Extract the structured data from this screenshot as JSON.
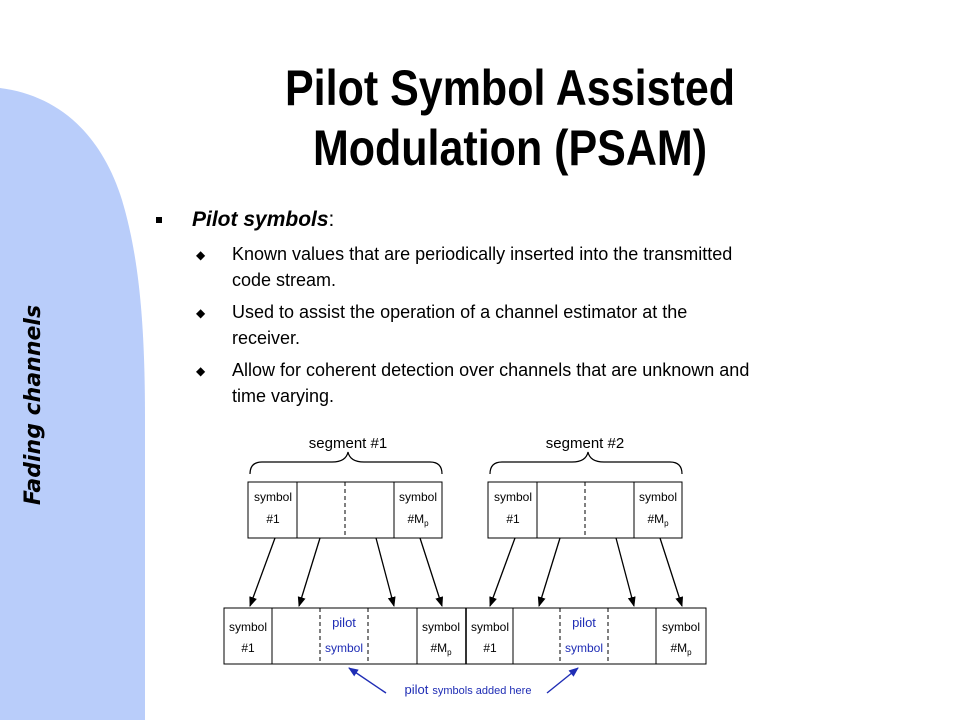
{
  "side_title": "Fading channels",
  "title": {
    "line1": "Pilot Symbol Assisted",
    "line2": "Modulation (PSAM)"
  },
  "bullets": {
    "main": "Pilot symbols",
    "main_suffix": ":",
    "items": [
      {
        "line1": "Known values that are periodically inserted into the transmitted",
        "line2": "code stream."
      },
      {
        "line1": "Used to assist the operation of a channel estimator at the",
        "line2": "receiver."
      },
      {
        "line1": "Allow for coherent detection over channels that are unknown and",
        "line2": "time varying."
      }
    ]
  },
  "diagram": {
    "segment1_label": "segment #1",
    "segment2_label": "segment #2",
    "symbol_word": "symbol",
    "first_index": "#1",
    "last_index_prefix": "#M",
    "last_index_sub": "p",
    "pilot_word": "pilot",
    "pilot_symbol_word": "symbol",
    "annotation_pilot": "pilot",
    "annotation_rest": "symbols added here"
  },
  "colors": {
    "sidebar": "#b9cdfa",
    "pilot_text": "#1f2db5",
    "arrow_blue": "#1f2db5",
    "text": "#000000"
  },
  "icons": {
    "bullet_level1": "square-bullet",
    "bullet_level2": "diamond-bullet"
  }
}
